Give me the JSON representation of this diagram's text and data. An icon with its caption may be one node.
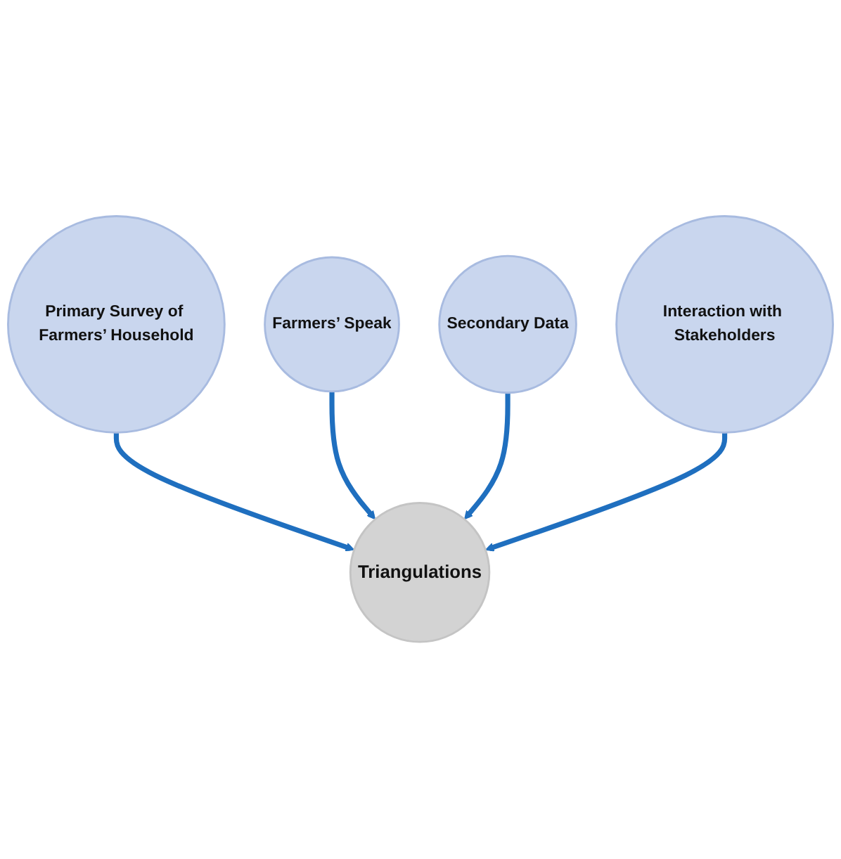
{
  "diagram": {
    "nodes": [
      {
        "text": [
          "Primary Survey of Farmers’ Household"
        ]
      },
      {
        "text": [
          "Farmers’ Speak"
        ]
      },
      {
        "text": [
          "Triangulations"
        ]
      },
      {
        "text": [
          "Secondary Data"
        ]
      },
      {
        "text": [
          "Interaction with Stakeholders"
        ]
      }
    ],
    "edges": [
      {
        "from": 0,
        "to": 2,
        "arrow": "to"
      },
      {
        "from": 1,
        "to": 2,
        "arrow": "to"
      },
      {
        "from": 3,
        "to": 2,
        "arrow": "to"
      },
      {
        "from": 4,
        "to": 2,
        "arrow": "to"
      }
    ]
  }
}
